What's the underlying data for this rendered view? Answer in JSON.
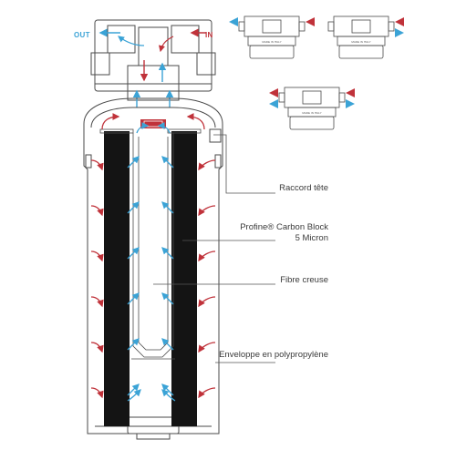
{
  "flow": {
    "out_label": "OUT",
    "in_label": "IN"
  },
  "labels": {
    "head": "Raccord tête",
    "carbon_line1": "Profine® Carbon Block",
    "carbon_line2": "5 Micron",
    "fiber": "Fibre creuse",
    "shell": "Enveloppe en polypropylène"
  },
  "valves": {
    "marking": "MADE IN ITALY"
  },
  "colors": {
    "out_blue": "#3ba3d6",
    "in_red": "#c0323a",
    "outline": "#4a4a4a",
    "carbon": "#141414",
    "leader": "#555555"
  },
  "icons": {
    "inflow": "red-arrow-icon",
    "outflow": "blue-arrow-icon"
  }
}
